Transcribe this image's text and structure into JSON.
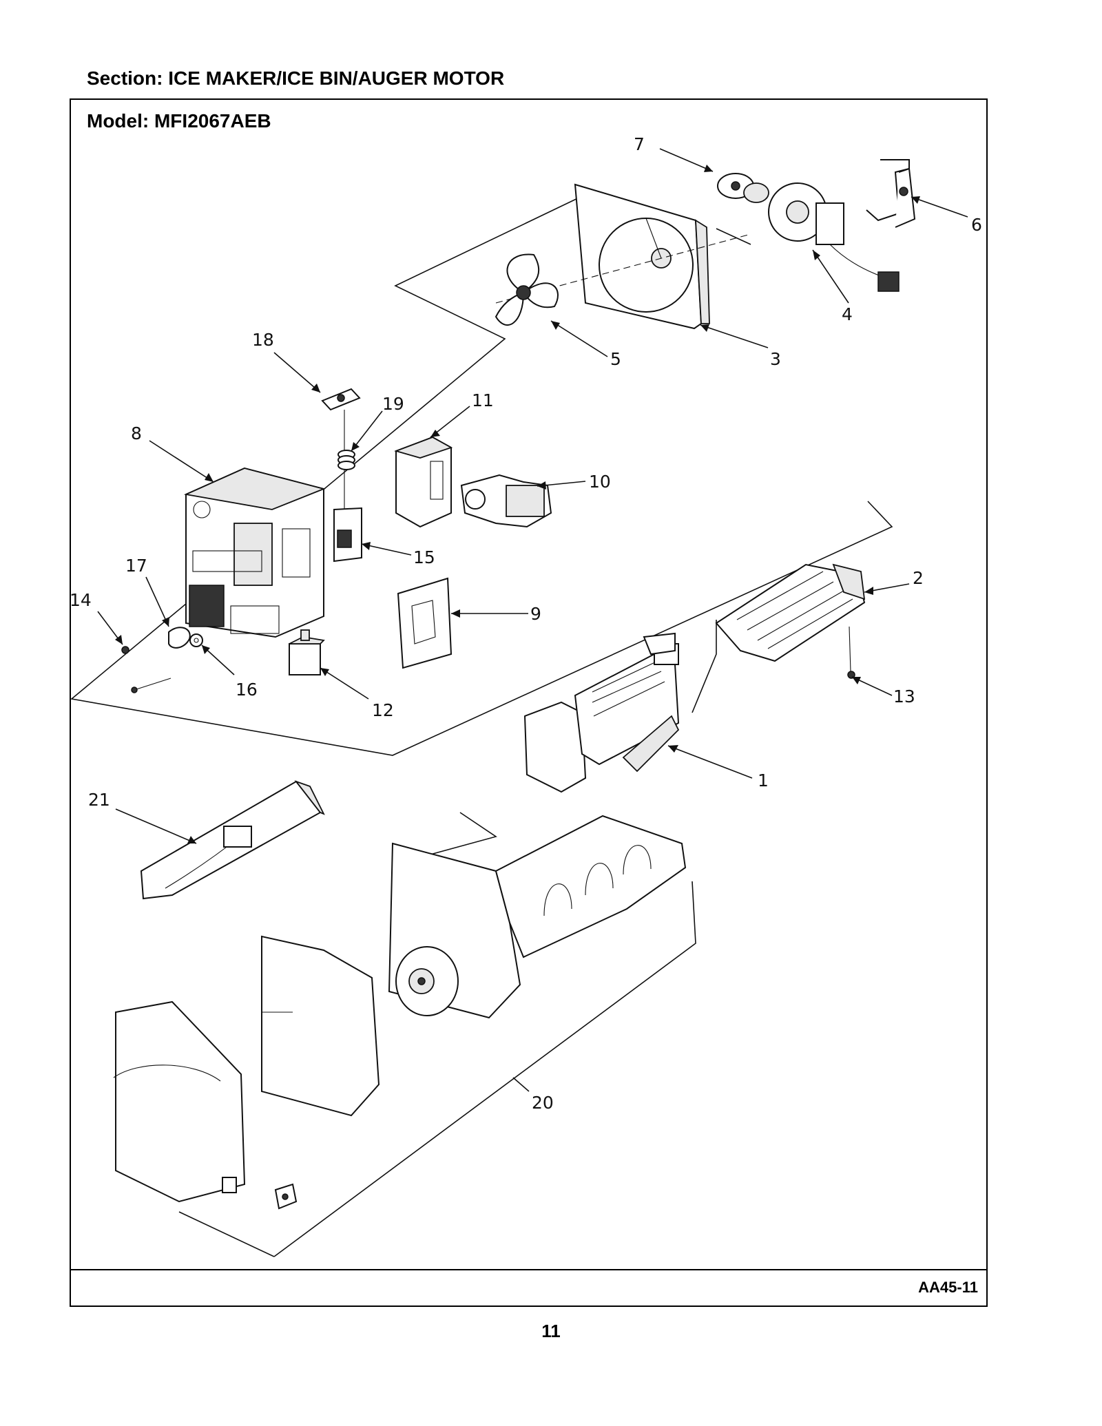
{
  "section_title": "Section:  ICE MAKER/ICE BIN/AUGER MOTOR",
  "model_title": "Model:  MFI2067AEB",
  "diagram_code": "AA45-11",
  "page_number": "11",
  "callouts": [
    "1",
    "2",
    "3",
    "4",
    "5",
    "6",
    "7",
    "8",
    "9",
    "10",
    "11",
    "12",
    "13",
    "14",
    "15",
    "16",
    "17",
    "18",
    "19",
    "20",
    "21"
  ],
  "parts": [
    {
      "callout": "1",
      "icon": "ice-maker-assembly"
    },
    {
      "callout": "2",
      "icon": "ice-maker-tray-cover"
    },
    {
      "callout": "3",
      "icon": "fan-shroud"
    },
    {
      "callout": "4",
      "icon": "fan-motor"
    },
    {
      "callout": "5",
      "icon": "fan-blade"
    },
    {
      "callout": "6",
      "icon": "motor-bracket"
    },
    {
      "callout": "7",
      "icon": "motor-grommet"
    },
    {
      "callout": "8",
      "icon": "ice-maker-housing"
    },
    {
      "callout": "9",
      "icon": "housing-cover-plate"
    },
    {
      "callout": "10",
      "icon": "gear-motor"
    },
    {
      "callout": "11",
      "icon": "switch-housing"
    },
    {
      "callout": "12",
      "icon": "solenoid"
    },
    {
      "callout": "13",
      "icon": "screw"
    },
    {
      "callout": "14",
      "icon": "screw"
    },
    {
      "callout": "15",
      "icon": "bracket"
    },
    {
      "callout": "16",
      "icon": "washer"
    },
    {
      "callout": "17",
      "icon": "clip"
    },
    {
      "callout": "18",
      "icon": "spring-retainer"
    },
    {
      "callout": "19",
      "icon": "spring"
    },
    {
      "callout": "20",
      "icon": "ice-bin-assembly"
    },
    {
      "callout": "21",
      "icon": "ice-chute"
    }
  ]
}
